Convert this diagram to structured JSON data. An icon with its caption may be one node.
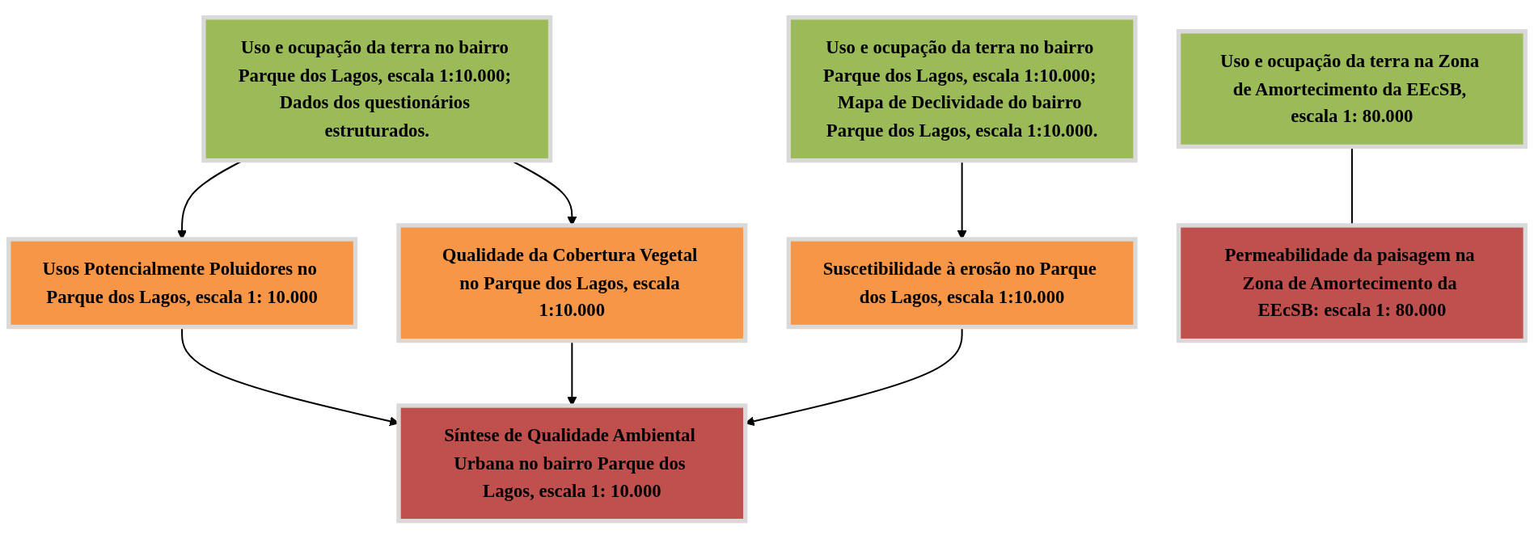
{
  "diagram": {
    "nodes": [
      {
        "text": [
          "Uso e ocupação da terra no bairro Parque dos Lagos, escala 1:10.000; Dados dos questionários estruturados."
        ]
      },
      {
        "text": [
          "Uso e ocupação da terra no bairro Parque dos Lagos, escala 1:10.000; Mapa de Declividade do bairro Parque dos Lagos, escala 1:10.000."
        ]
      },
      {
        "text": [
          "Uso e ocupação da terra na Zona de Amortecimento da EEcSB, escala 1: 80.000"
        ]
      },
      {
        "text": [
          "Usos Potencialmente Poluidores no Parque dos Lagos, escala 1: 10.000"
        ]
      },
      {
        "text": [
          "Qualidade da Cobertura Vegetal no Parque dos Lagos, escala 1:10.000"
        ]
      },
      {
        "text": [
          "Suscetibilidade à erosão no Parque dos Lagos, escala 1:10.000"
        ]
      },
      {
        "text": [
          "Permeabilidade da paisagem na Zona de Amortecimento da EEcSB: escala 1: 80.000"
        ]
      },
      {
        "text": [
          "Síntese de Qualidade Ambiental Urbana no bairro Parque dos Lagos, escala 1: 10.000"
        ]
      }
    ],
    "edges": [
      {
        "from": 0,
        "to": 3,
        "arrow": "to"
      },
      {
        "from": 0,
        "to": 4,
        "arrow": "to"
      },
      {
        "from": 1,
        "to": 5,
        "arrow": "to"
      },
      {
        "from": 2,
        "to": 6,
        "arrow": "none"
      },
      {
        "from": 3,
        "to": 7,
        "arrow": "to"
      },
      {
        "from": 4,
        "to": 7,
        "arrow": "to"
      },
      {
        "from": 5,
        "to": 7,
        "arrow": "to"
      }
    ]
  }
}
